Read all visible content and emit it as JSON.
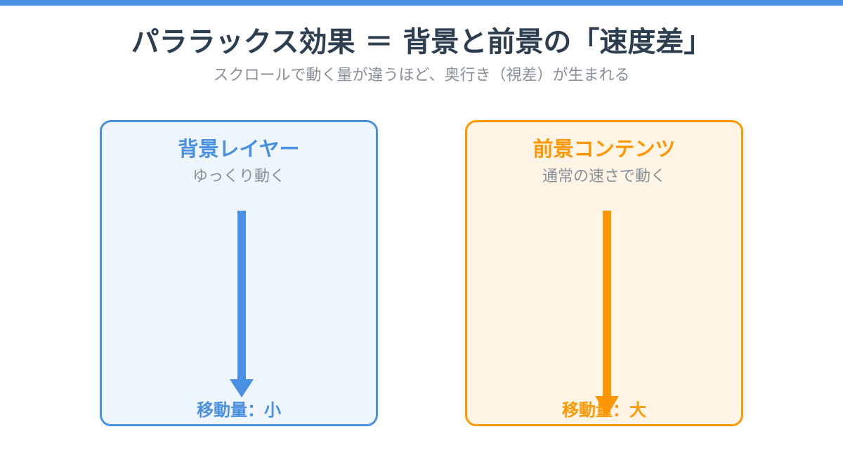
{
  "header": {
    "title": "パララックス効果 ＝ 背景と前景の「速度差」",
    "subtitle": "スクロールで動く量が違うほど、奥行き（視差）が生まれる"
  },
  "background_layer": {
    "title": "背景レイヤー",
    "description": "ゆっくり動く",
    "movement_label": "移動量：小",
    "color": "#4a90e2",
    "fill": "#eff5fc"
  },
  "foreground_layer": {
    "title": "前景コンテンツ",
    "description": "通常の速さで動く",
    "movement_label": "移動量：大",
    "color": "#ff9800",
    "fill": "#fff4e5"
  },
  "colors": {
    "accent": "#4a90e2",
    "title_text": "#2c3e50",
    "muted_text": "#888f98"
  }
}
